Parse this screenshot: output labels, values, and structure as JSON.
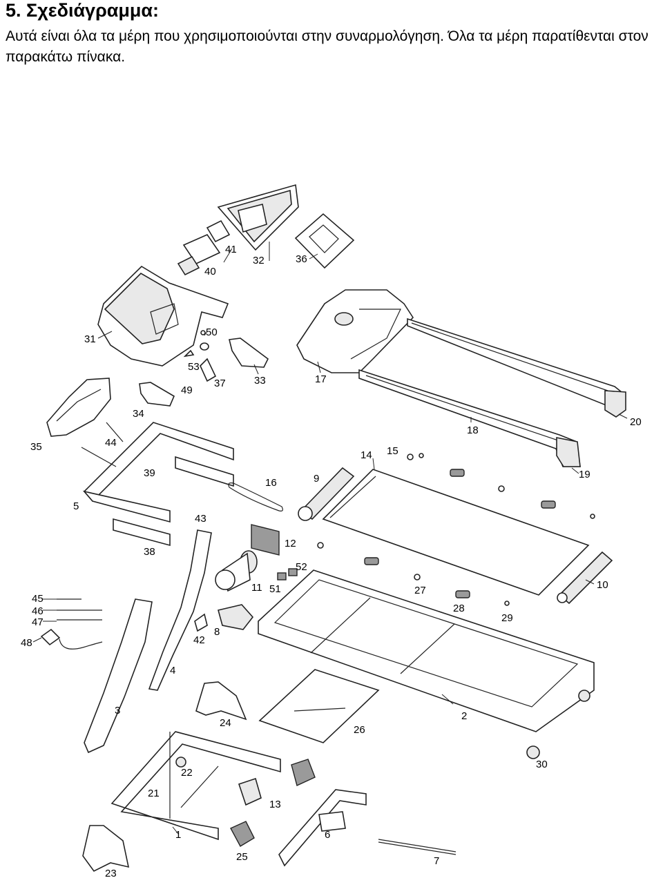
{
  "section": {
    "heading": "5. Σχεδιάγραμμα:",
    "intro": "Αυτά είναι όλα τα μέρη που χρησιμοποιούνται στην συναρμολόγηση. Όλα τα μέρη παρατίθενται στον παρακάτω πίνακα."
  },
  "diagram": {
    "callouts": [
      "1",
      "2",
      "3",
      "4",
      "5",
      "6",
      "7",
      "8",
      "9",
      "10",
      "11",
      "12",
      "13",
      "14",
      "15",
      "16",
      "17",
      "18",
      "19",
      "20",
      "21",
      "22",
      "23",
      "24",
      "25",
      "26",
      "27",
      "28",
      "29",
      "30",
      "31",
      "32",
      "33",
      "34",
      "35",
      "36",
      "37",
      "38",
      "39",
      "40",
      "41",
      "42",
      "43",
      "44",
      "45",
      "46",
      "47",
      "48",
      "49",
      "50",
      "51",
      "52",
      "53"
    ]
  }
}
